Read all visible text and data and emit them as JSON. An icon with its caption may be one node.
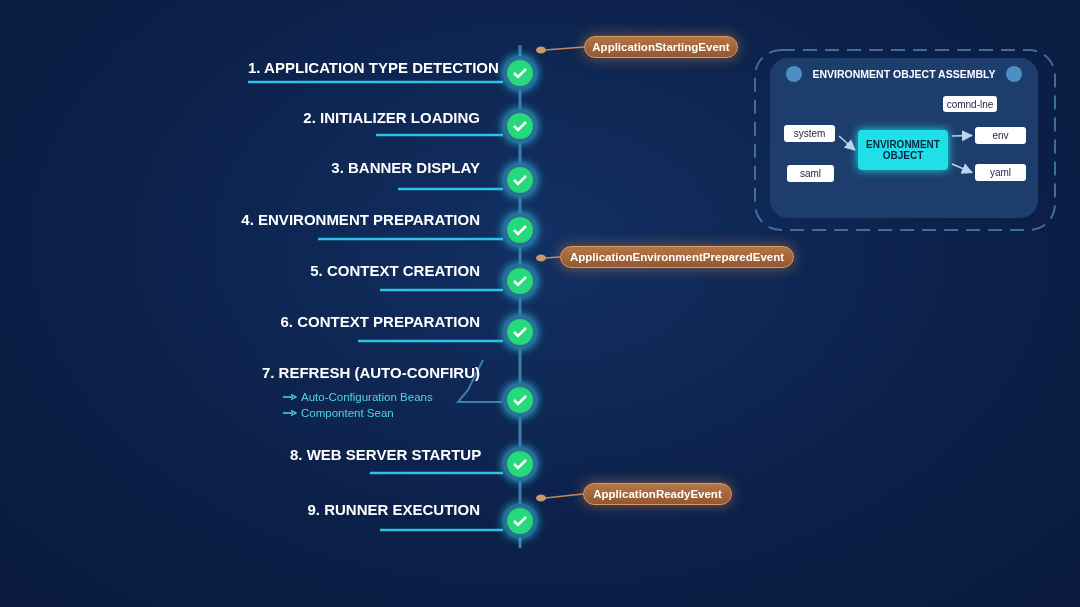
{
  "diagram": {
    "nodes": [
      {
        "text": [],
        "shape": "circle",
        "beside": [
          "1. APPLICATION TYPE DETECTION"
        ]
      },
      {
        "text": [],
        "shape": "circle",
        "beside": [
          "2. INITIALIZER LOADING"
        ]
      },
      {
        "text": [],
        "shape": "circle",
        "beside": [
          "3. BANNER DISPLAY"
        ]
      },
      {
        "text": [],
        "shape": "circle",
        "beside": [
          "4. ENVIRONMENT PREPARATION"
        ]
      },
      {
        "text": [],
        "shape": "circle",
        "beside": [
          "5. CONTEXT CREATION"
        ]
      },
      {
        "text": [],
        "shape": "circle",
        "beside": [
          "6. CONTEXT PREPARATION"
        ]
      },
      {
        "text": [],
        "shape": "circle",
        "beside": [
          "7. REFRESH (AUTO-CONFIRU)"
        ]
      },
      {
        "text": [],
        "shape": "circle",
        "beside": [
          "8. WEB SERVER STARTUP"
        ]
      },
      {
        "text": [],
        "shape": "circle",
        "beside": [
          "9. RUNNER EXECUTION"
        ]
      },
      {
        "text": [
          "ApplicationStartingEvent"
        ]
      },
      {
        "text": [
          "ApplicationEnvironmentPreparedEvent"
        ]
      },
      {
        "text": [
          "ApplicationReadyEvent"
        ]
      },
      {
        "text": [
          "ENVIRONMENT OBJECT ASSEMBLY"
        ]
      },
      {
        "text": [
          "system"
        ],
        "in": 12
      },
      {
        "text": [
          "saml"
        ],
        "in": 12
      },
      {
        "text": [
          "ENVIRONMENT OBJECT"
        ],
        "in": 12
      },
      {
        "text": [
          "comnd-lne"
        ],
        "in": 12
      },
      {
        "text": [
          "env"
        ],
        "in": 12
      },
      {
        "text": [
          "yaml"
        ],
        "in": 12
      }
    ],
    "edges": [
      {
        "from": 0,
        "to": 1,
        "arrow": "none"
      },
      {
        "from": 1,
        "to": 2,
        "arrow": "none"
      },
      {
        "from": 2,
        "to": 3,
        "arrow": "none"
      },
      {
        "from": 3,
        "to": 4,
        "arrow": "none"
      },
      {
        "from": 4,
        "to": 5,
        "arrow": "none"
      },
      {
        "from": 5,
        "to": 6,
        "arrow": "none"
      },
      {
        "from": 6,
        "to": 7,
        "arrow": "none"
      },
      {
        "from": 7,
        "to": 8,
        "arrow": "none"
      },
      {
        "from": 9,
        "to": 0,
        "arrow": "none",
        "color": "#c98a55"
      },
      {
        "from": 10,
        "to": 4,
        "arrow": "none",
        "color": "#c98a55"
      },
      {
        "from": 11,
        "to": 8,
        "arrow": "none",
        "color": "#c98a55"
      },
      {
        "from": 13,
        "to": 15,
        "arrow": "to",
        "color": "#b8d4ee"
      },
      {
        "from": 15,
        "to": 17,
        "arrow": "to",
        "color": "#b8d4ee"
      },
      {
        "from": 15,
        "to": 18,
        "arrow": "to",
        "color": "#b8d4ee"
      }
    ],
    "labels": [
      "Auto-Configuration Beans",
      "Compontent Sean"
    ]
  }
}
